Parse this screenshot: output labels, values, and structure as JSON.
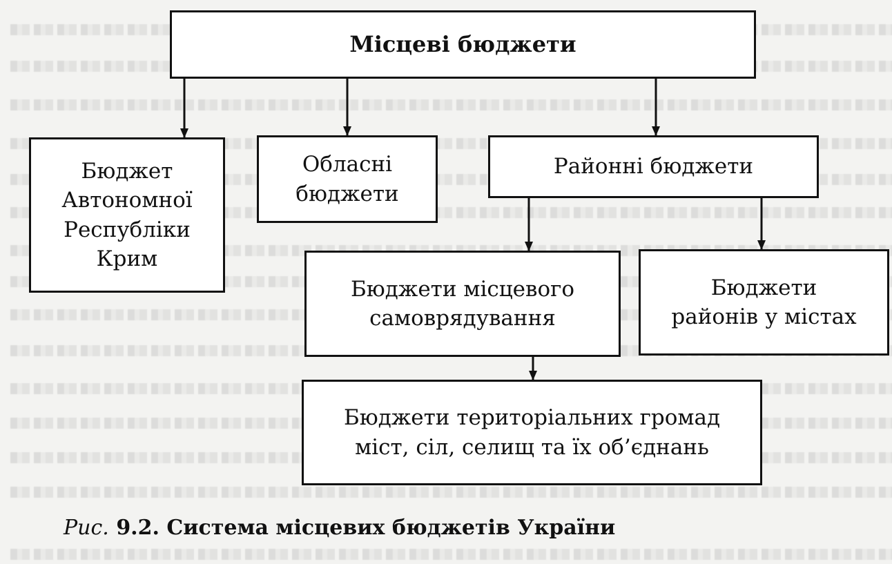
{
  "diagram": {
    "root": {
      "label": "Місцеві бюджети"
    },
    "crimea": {
      "label": "Бюджет\nАвтономної\nРеспубліки\nКрим"
    },
    "regional": {
      "label": "Обласні\nбюджети"
    },
    "district": {
      "label": "Районні бюджети"
    },
    "local_self_gov": {
      "label": "Бюджети місцевого\nсамоврядування"
    },
    "city_districts": {
      "label": "Бюджети\nрайонів у містах"
    },
    "communities": {
      "label": "Бюджети територіальних громад\nміст, сіл, селищ та їх об’єднань"
    }
  },
  "caption": {
    "fig_label": "Рис.",
    "number": "9.2.",
    "title": "Система місцевих бюджетів України"
  },
  "colors": {
    "line": "#111111",
    "box_fill": "#ffffff",
    "page": "#f3f3f1"
  }
}
